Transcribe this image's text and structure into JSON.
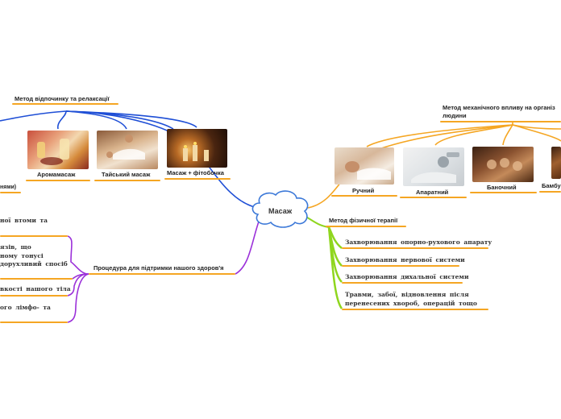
{
  "center": {
    "label": "Масаж"
  },
  "relax": {
    "title": "Метод відпочинку та релаксації",
    "items": [
      "Аромамасаж",
      "Тайський масаж",
      "Масаж + фітобочка"
    ],
    "left_stub": "нями)"
  },
  "mechanical": {
    "title_line1": "Метод механічного впливу на організ",
    "title_line2": "людини",
    "items": [
      "Ручний",
      "Апаратний",
      "Баночний",
      "Бамбу"
    ]
  },
  "physio": {
    "title": "Метод фізичної терапії",
    "items": [
      "Захворювання опорно-рухового апарату",
      "Захворювання нервової системи",
      "Захворювання дихальної системи",
      "Травми, забої, відновлення після",
      "перенесених хвороб, операцій тощо"
    ]
  },
  "health": {
    "title": "Процедура для підтримки нашого здоров'я",
    "fragments": [
      "ної втоми та",
      "язів, що",
      "ному тонусі",
      "доруxливий спосіб",
      "вкості нашого тіла",
      "ого лімфо- та"
    ]
  },
  "colors": {
    "relax_branch": "#1f4fd6",
    "mechanical_branch": "#f5a623",
    "physio_branch": "#8fd61e",
    "health_branch": "#9b30d9",
    "underline": "#f5a623",
    "cloud_border": "#3b78d8"
  }
}
